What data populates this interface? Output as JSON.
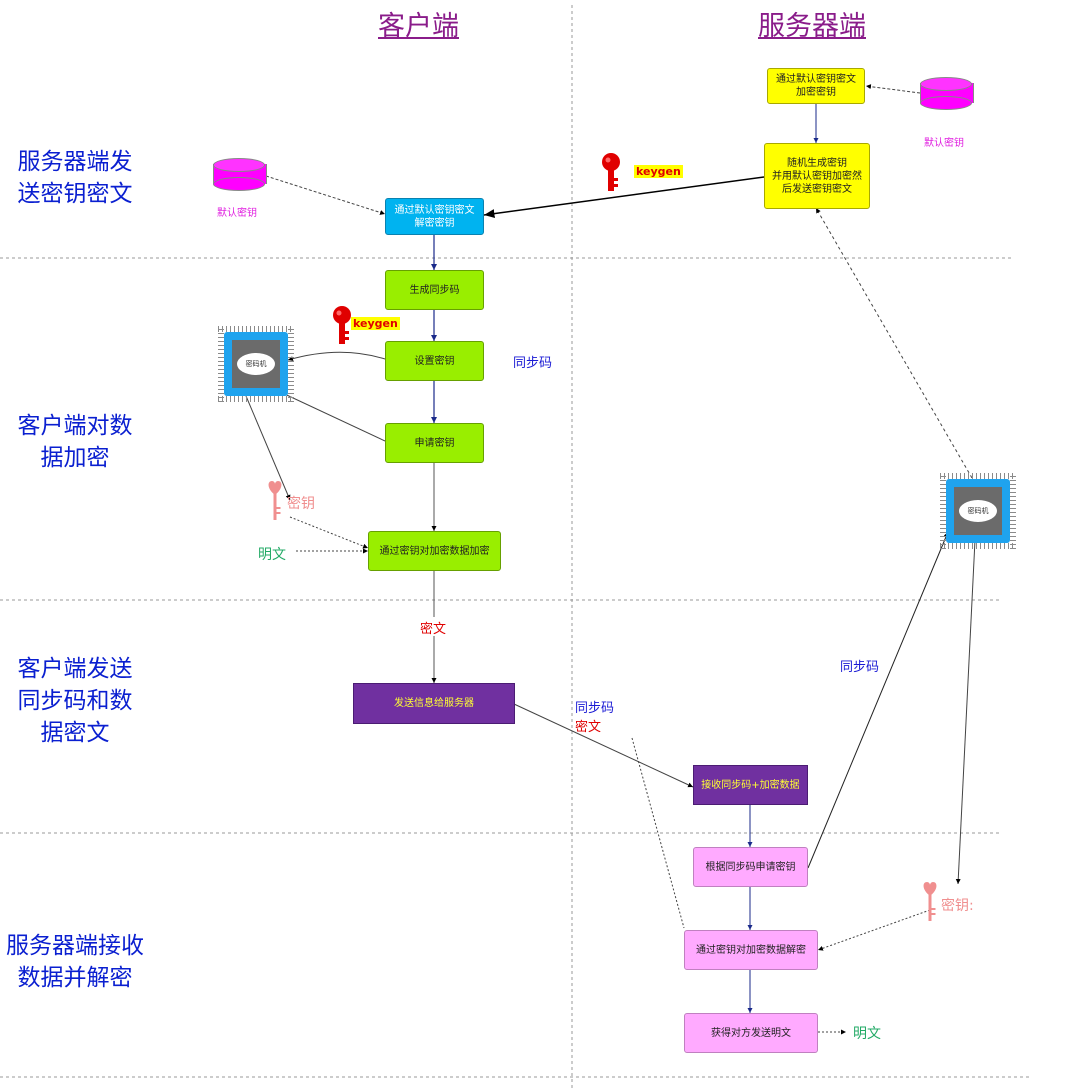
{
  "headers": {
    "client": "客户端",
    "server": "服务器端"
  },
  "phases": [
    {
      "id": "p1",
      "lines": [
        "服务器端发",
        "送密钥密文"
      ]
    },
    {
      "id": "p2",
      "lines": [
        "客户端对数",
        "据加密"
      ]
    },
    {
      "id": "p3",
      "lines": [
        "客户端发送",
        "同步码和数",
        "据密文"
      ]
    },
    {
      "id": "p4",
      "lines": [
        "服务器端接收",
        "数据并解密"
      ]
    }
  ],
  "boxes": {
    "srv_encrypt_key": [
      "通过默认密钥密文",
      "加密密钥"
    ],
    "srv_generate_key": [
      "随机生成密钥",
      "并用默认密钥加密然",
      "后发送密钥密文"
    ],
    "cli_decrypt_key": [
      "通过默认密钥密文",
      "解密密钥"
    ],
    "cli_gen_sync": [
      "生成同步码"
    ],
    "cli_set_key": [
      "设置密钥"
    ],
    "cli_request_key": [
      "申请密钥"
    ],
    "cli_encrypt_data": [
      "通过密钥对加密数据加密"
    ],
    "cli_send": [
      "发送信息给服务器"
    ],
    "srv_receive": [
      "接收同步码+加密数据"
    ],
    "srv_request_key": [
      "根据同步码申请密钥"
    ],
    "srv_decrypt_data": [
      "通过密钥对加密数据解密"
    ],
    "srv_plaintext": [
      "获得对方发送明文"
    ]
  },
  "labels": {
    "default_key_server": "默认密钥",
    "default_key_client": "默认密钥",
    "keygen_server": "keygen",
    "keygen_client": "keygen",
    "cipher_machine_client": "密码机",
    "cipher_machine_server": "密码机",
    "sync_code_client": "同步码",
    "key_client": "密钥",
    "plaintext_client": "明文",
    "ciphertext": "密文",
    "sync_code_send": "同步码",
    "ciphertext_send": "密文",
    "sync_code_server": "同步码",
    "key_server": "密钥:",
    "plaintext_server": "明文"
  },
  "colors": {
    "header": "#8a1c8a",
    "phase_text": "#0a1fd0",
    "yellow_box": "#ffff00",
    "cyan_box": "#00b3f0",
    "green_box": "#99ee00",
    "purple_box": "#7030a0",
    "pink_box": "#ffaaff",
    "database": "#ff00ff",
    "key_red": "#e00000",
    "key_salmon": "#f08f8f",
    "chip_blue": "#1fa3ee"
  },
  "icons": {
    "database": "database-icon",
    "key": "key-icon",
    "chip": "cipher-machine-chip-icon"
  }
}
